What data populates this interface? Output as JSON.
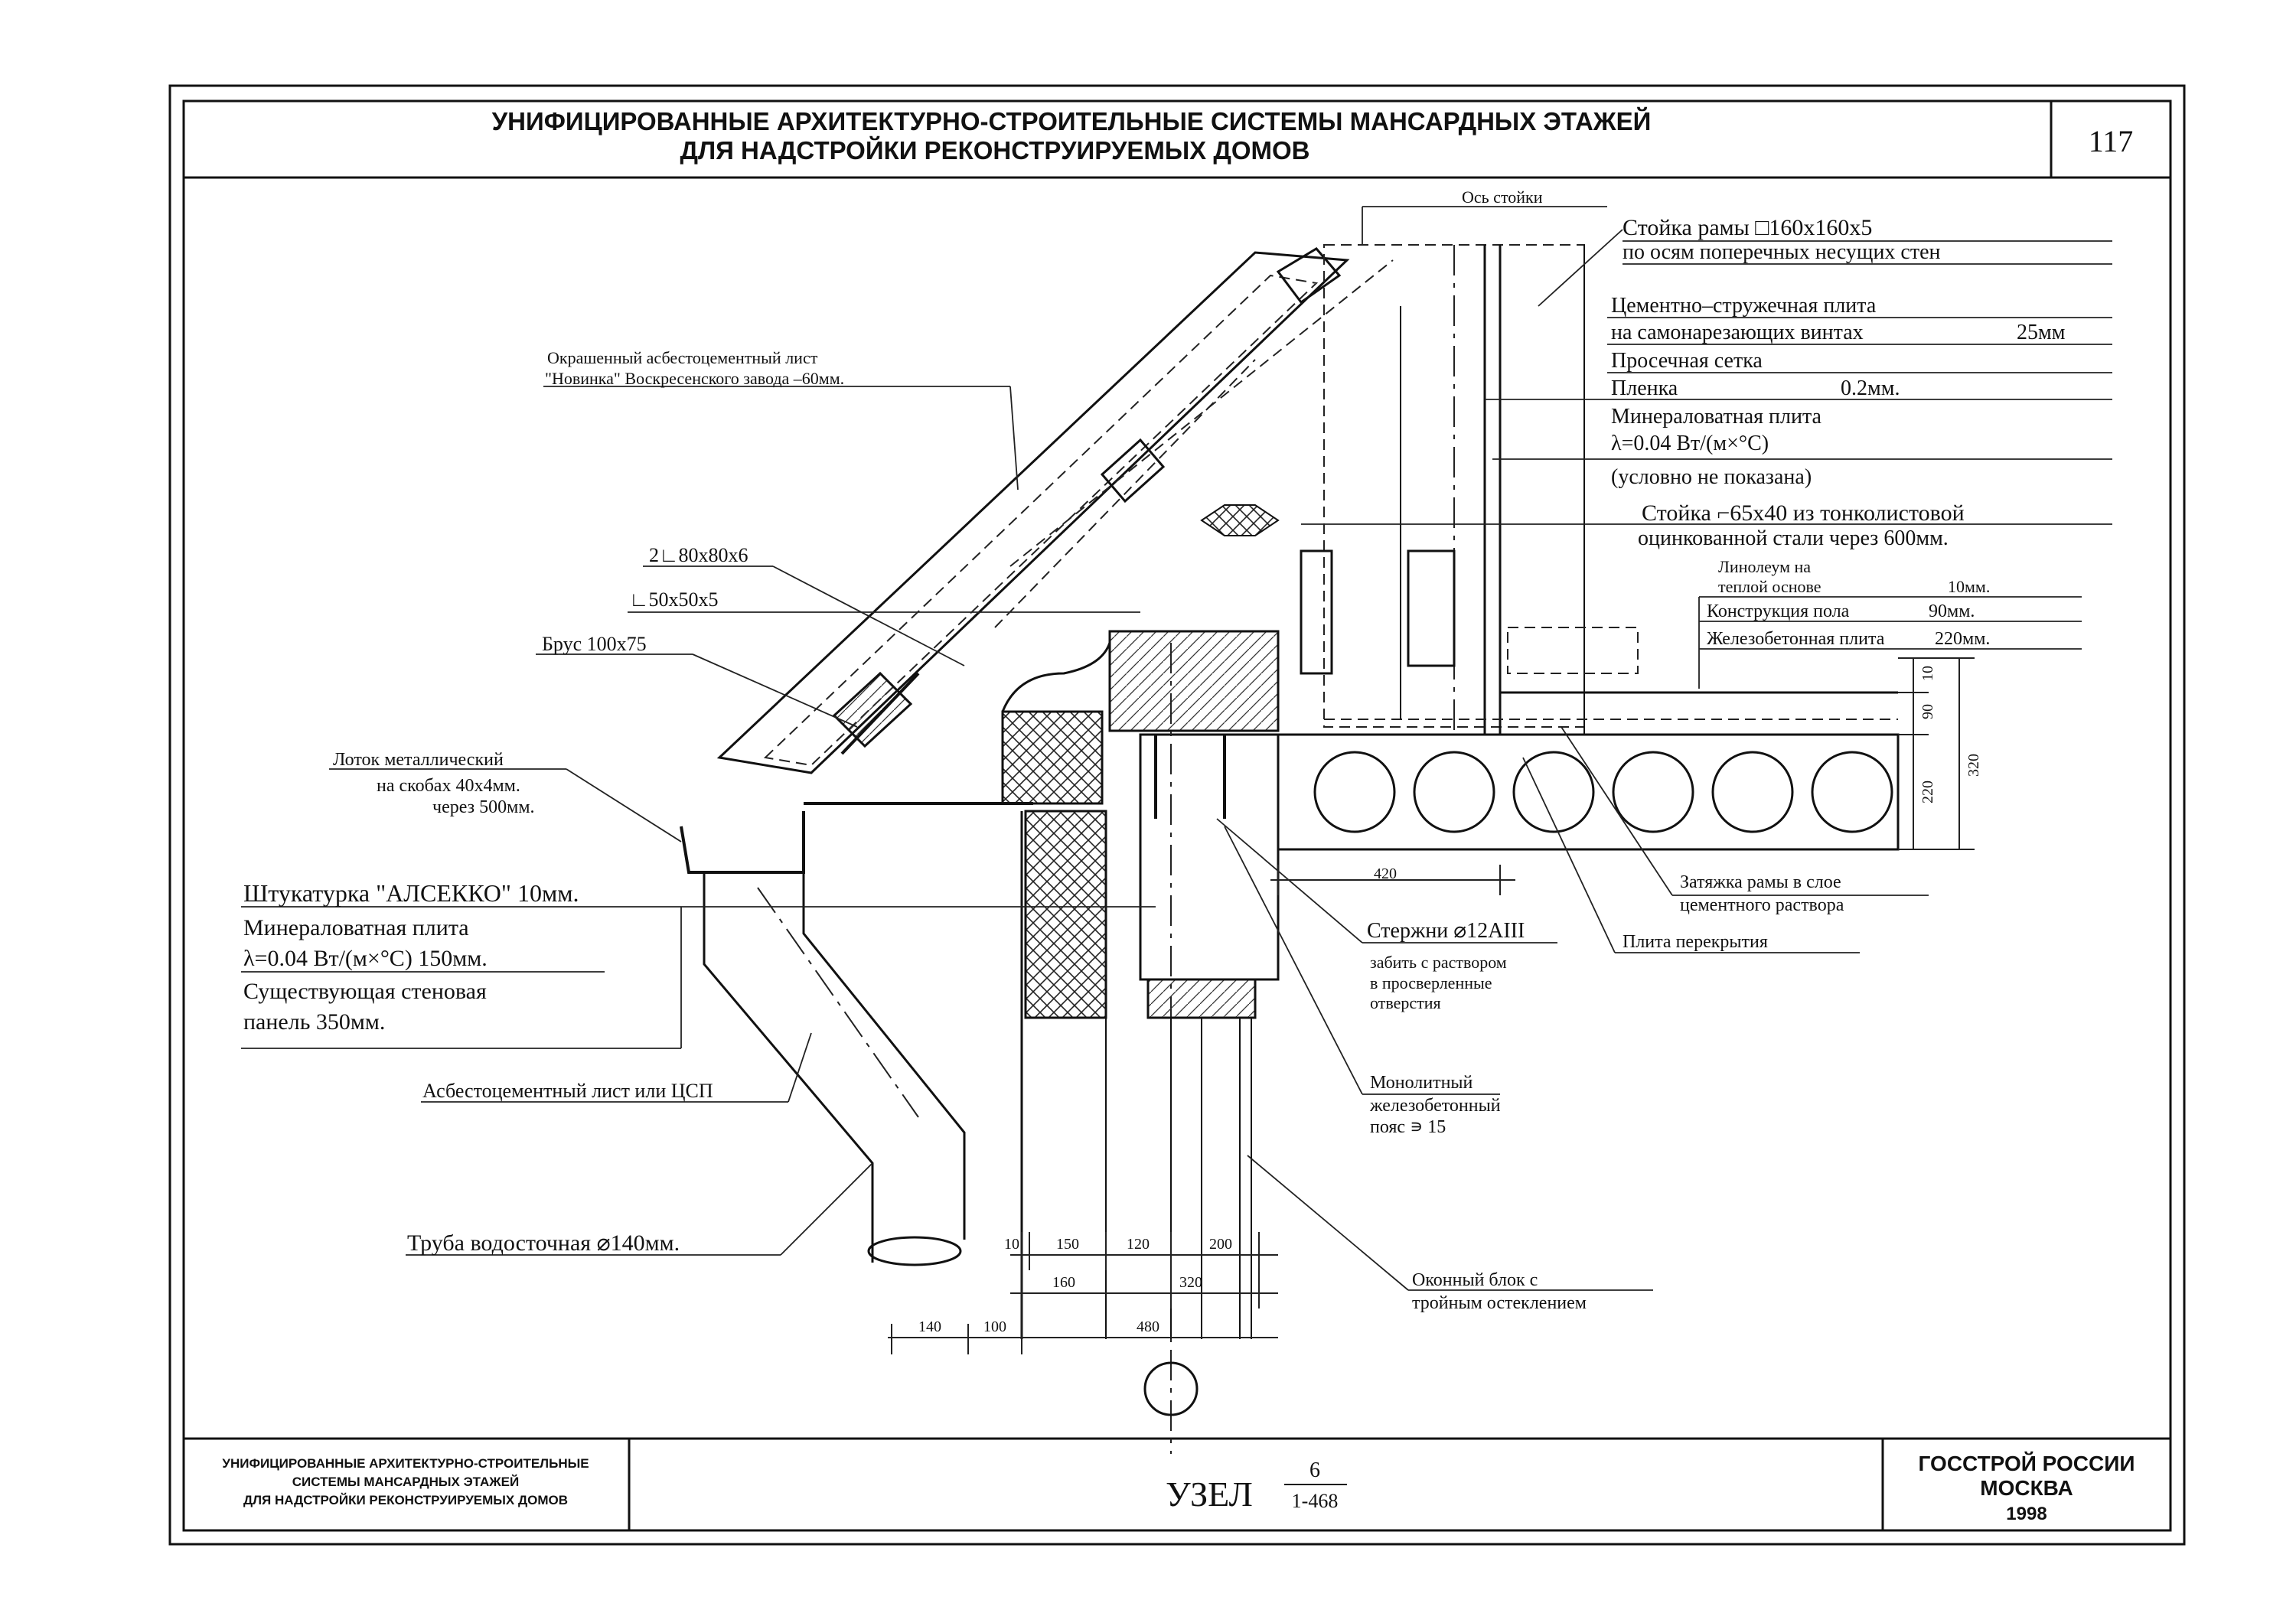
{
  "header": {
    "title_line1": "УНИФИЦИРОВАННЫЕ АРХИТЕКТУРНО-СТРОИТЕЛЬНЫЕ СИСТЕМЫ МАНСАРДНЫХ ЭТАЖЕЙ",
    "title_line2": "ДЛЯ НАДСТРОЙКИ РЕКОНСТРУИРУЕМЫХ ДОМОВ",
    "page_number": "117"
  },
  "labels": {
    "axis_post": "Ось стойки",
    "frame_post_1": "Стойка рамы □160х160х5",
    "frame_post_2": "по осям поперечных несущих стен",
    "cement_board_1": "Цементно–стружечная плита",
    "cement_board_2": "на самонарезающих винтах",
    "cement_board_thk": "25мм",
    "mesh": "Просечная сетка",
    "film": "Пленка",
    "film_thk": "0.2мм.",
    "mineral_1": "Минераловатная плита",
    "mineral_2": "λ=0.04 Вт/(м×°С)",
    "mineral_3": "(условно не показана)",
    "stud_1": "Стойка ⌐65х40 из тонколистовой",
    "stud_2": "оцинкованной стали через 600мм.",
    "linoleum_1": "Линолеум на",
    "linoleum_2": "теплой основе",
    "linoleum_thk": "10мм.",
    "floor_constr": "Конструкция пола",
    "floor_constr_thk": "90мм.",
    "rc_slab": "Железобетонная плита",
    "rc_slab_thk": "220мм.",
    "asbestos_1": "Окрашенный асбестоцементный лист",
    "asbestos_2": "\"Новинка\" Воскресенского завода –60мм.",
    "angle_2l": "2∟80х80х6",
    "angle_l": "∟50х50х5",
    "beam": "Брус 100х75",
    "gutter_1": "Лоток металлический",
    "gutter_2": "на скобах 40х4мм.",
    "gutter_3": "через 500мм.",
    "plaster": "Штукатурка \"АЛСЕККО\"  10мм.",
    "wall_mineral_1": "Минераловатная плита",
    "wall_mineral_2": "λ=0.04 Вт/(м×°С)     150мм.",
    "wall_panel_1": "Существующая стеновая",
    "wall_panel_2": "панель               350мм.",
    "asbestos_sheet": "Асбестоцементный лист или ЦСП",
    "downpipe": "Труба водосточная ⌀140мм.",
    "tie_1": "Затяжка рамы в слое",
    "tie_2": "цементного раствора",
    "floor_slab": "Плита перекрытия",
    "rod_1": "Стержни ⌀12АIII",
    "rod_2": "забить с раствором",
    "rod_3": "в просверленные",
    "rod_4": "отверстия",
    "belt_1": "Монолитный",
    "belt_2": "железобетонный",
    "belt_3": "пояс ∍ 15",
    "window_1": "Оконный блок с",
    "window_2": "тройным остеклением"
  },
  "dimensions": {
    "d420": "420",
    "v10": "10",
    "v90": "90",
    "v220": "220",
    "v320": "320",
    "b10": "10",
    "b150": "150",
    "b120": "120",
    "b200": "200",
    "b160": "160",
    "b320": "320",
    "b140": "140",
    "b100": "100",
    "b480": "480"
  },
  "footer": {
    "left_1": "УНИФИЦИРОВАННЫЕ АРХИТЕКТУРНО-СТРОИТЕЛЬНЫЕ",
    "left_2": "СИСТЕМЫ МАНСАРДНЫХ ЭТАЖЕЙ",
    "left_3": "ДЛЯ НАДСТРОЙКИ РЕКОНСТРУИРУЕМЫХ ДОМОВ",
    "node_label": "УЗЕЛ",
    "node_num": "6",
    "node_doc": "1-468",
    "org": "ГОССТРОЙ РОССИИ",
    "city": "МОСКВА",
    "year": "1998"
  }
}
